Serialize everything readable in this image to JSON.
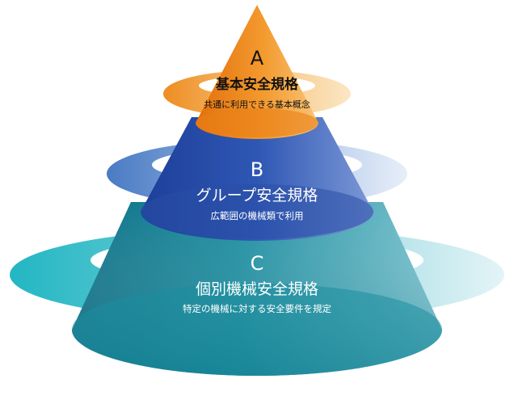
{
  "tiers": [
    {
      "letter": "A",
      "title": "基本安全規格",
      "subtitle": "共通に利用できる基本概念",
      "color": "#f0921e"
    },
    {
      "letter": "B",
      "title": "グループ安全規格",
      "subtitle": "広範囲の機械類で利用",
      "color": "#2f56b0"
    },
    {
      "letter": "C",
      "title": "個別機械安全規格",
      "subtitle": "特定の機械に対する安全要件を規定",
      "color": "#1fa6b4"
    }
  ]
}
